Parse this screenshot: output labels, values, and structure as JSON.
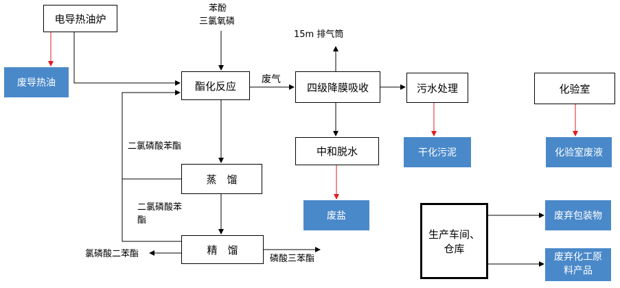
{
  "boxes": {
    "heat_furnace": "电导热油炉",
    "esterification": "酯化反应",
    "absorption": "四级降膜吸收",
    "wastewater": "污水处理",
    "lab": "化验室",
    "neutralize": "中和脱水",
    "distill": "蒸　馏",
    "refine": "精　馏",
    "workshop": "生产车间、仓库"
  },
  "wastes": {
    "waste_oil": "废导热油",
    "dry_sludge": "干化污泥",
    "lab_liquid": "化验室废液",
    "waste_salt": "废盐",
    "packaging": "废弃包装物",
    "chemicals": "废弃化工原料产品"
  },
  "labels": {
    "raw_1": "苯酚",
    "raw_2": "三氯氧磷",
    "exhaust": "15m 排气筒",
    "waste_gas": "废气",
    "recycle_1": "二氯磷酸苯酯",
    "recycle_2": "二氯磷酸苯酯",
    "product_1": "氯磷酸二苯酯",
    "product_2": "磷酸三苯酯"
  },
  "colors": {
    "waste_fill": "#4a89c9",
    "waste_arrow": "#e31a1c"
  }
}
